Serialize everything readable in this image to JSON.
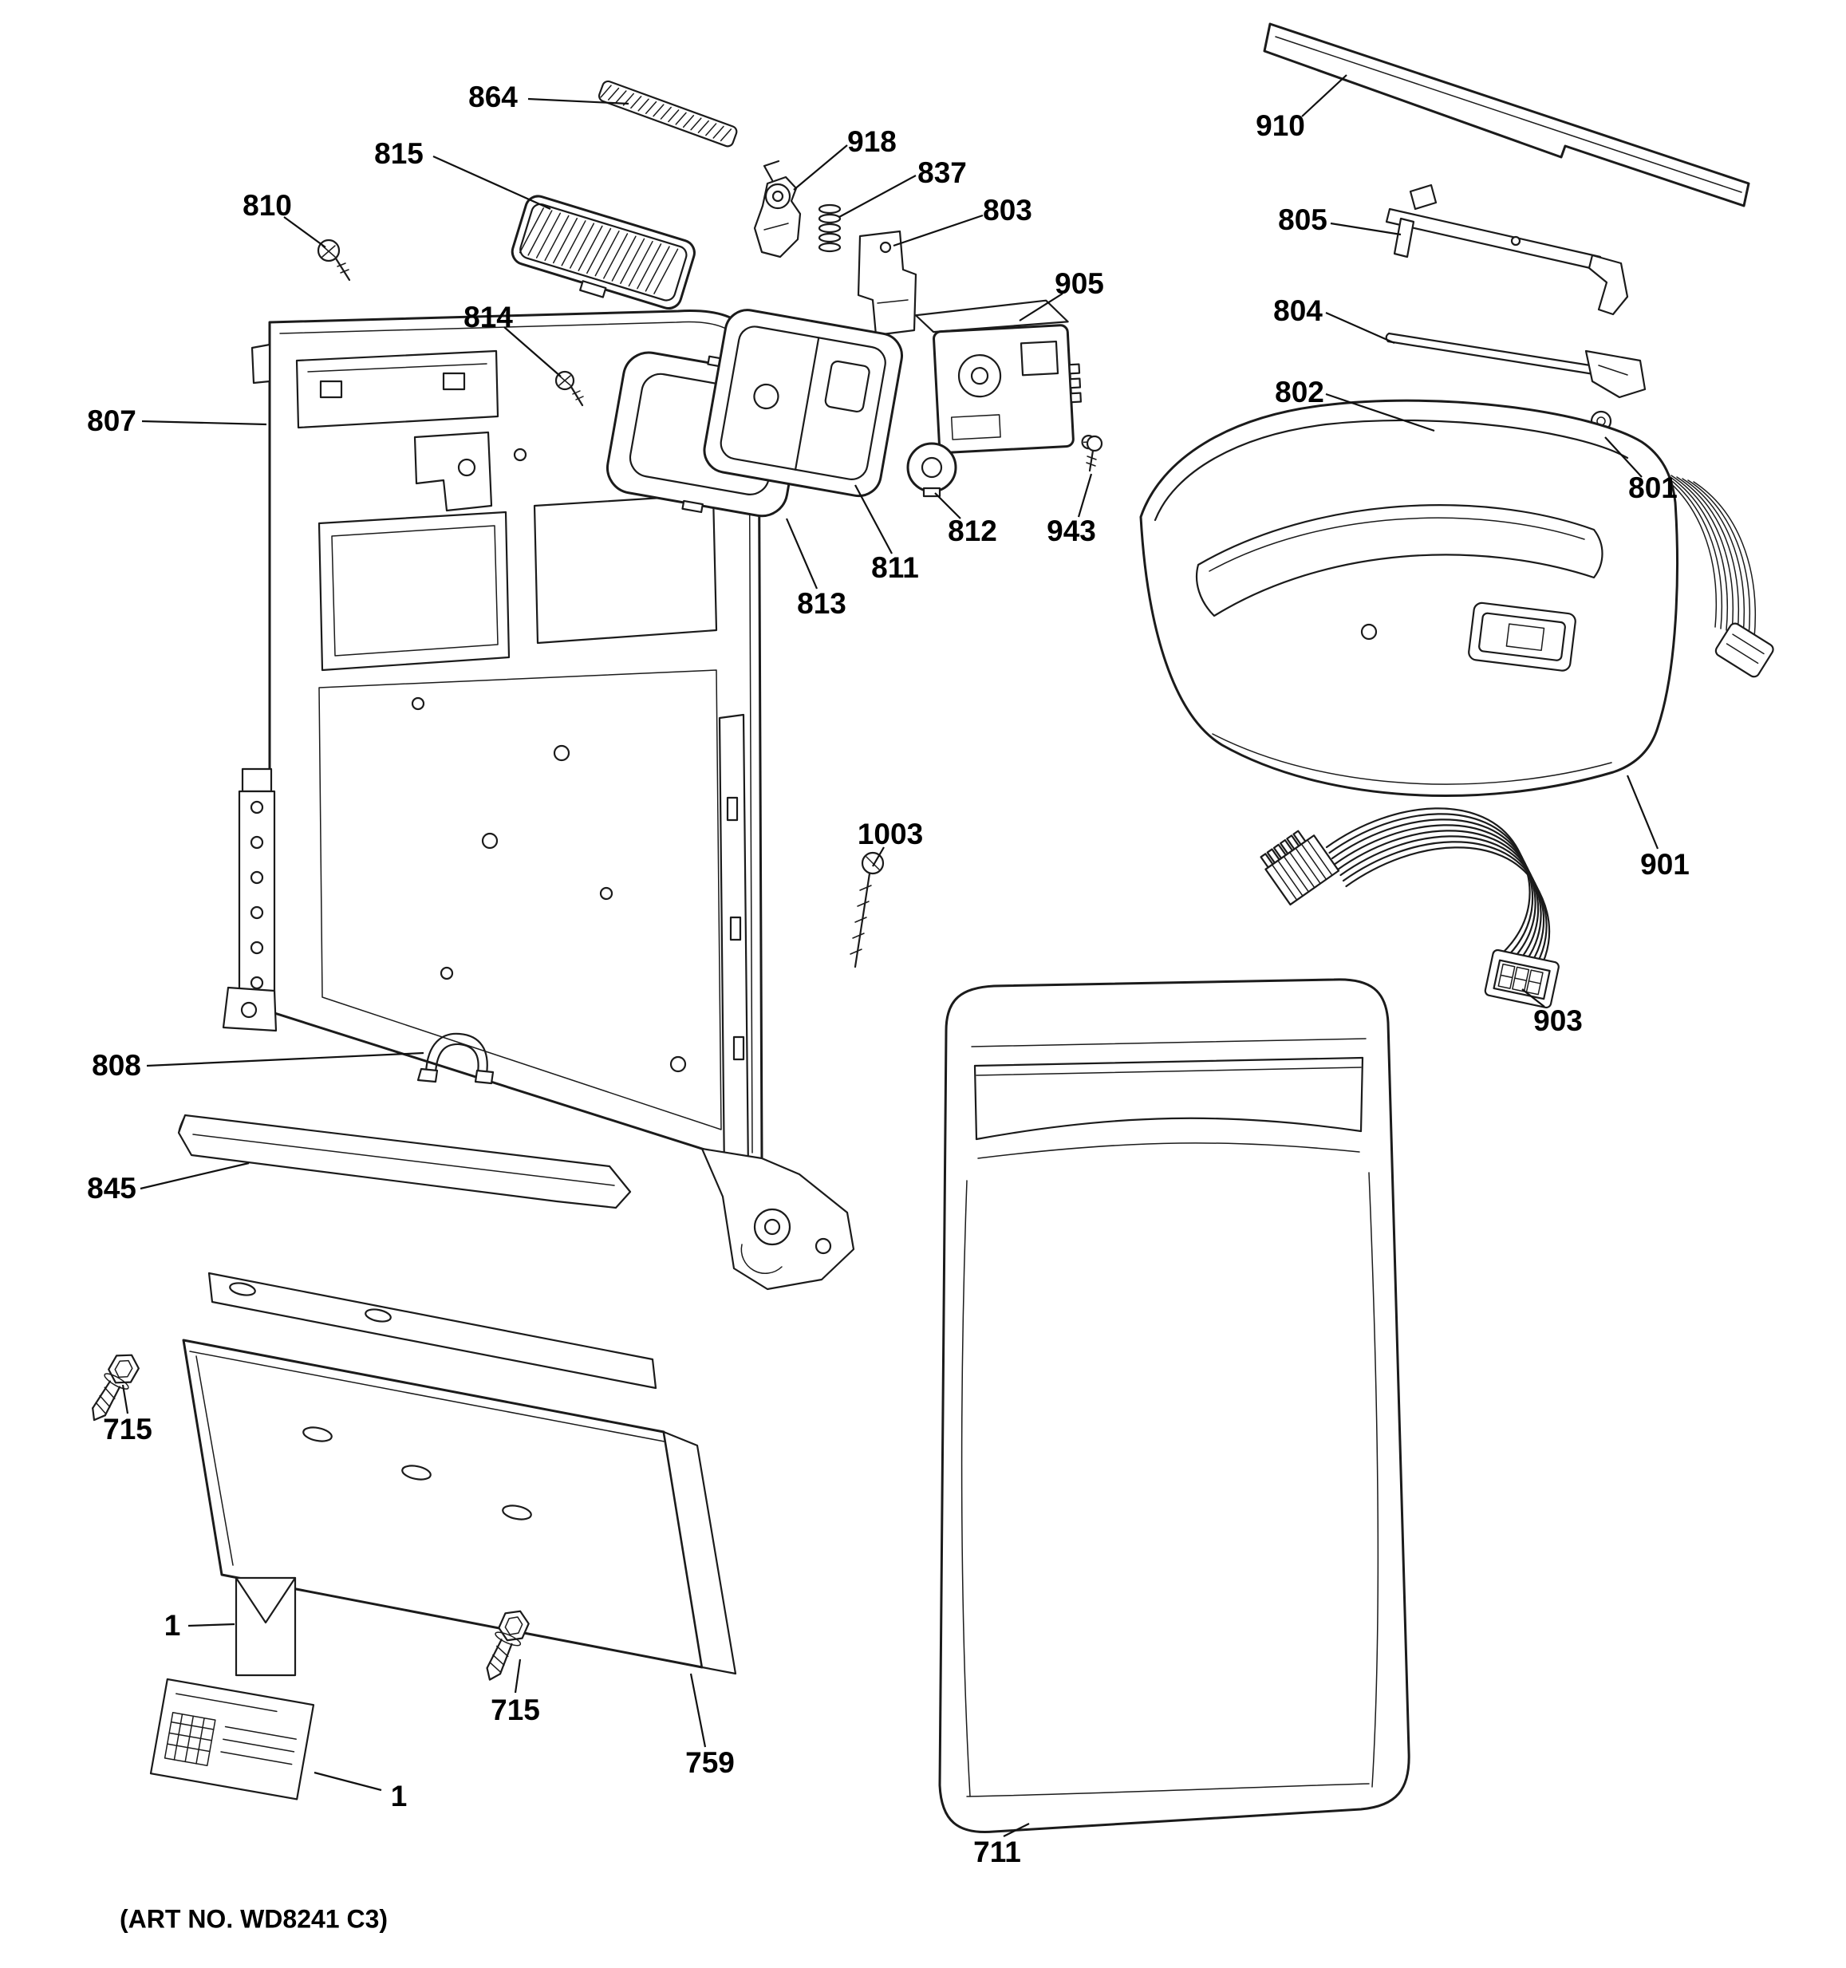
{
  "diagram": {
    "art_no": "(ART NO. WD8241 C3)",
    "callouts": [
      {
        "label": "864"
      },
      {
        "label": "815"
      },
      {
        "label": "918"
      },
      {
        "label": "837"
      },
      {
        "label": "810"
      },
      {
        "label": "803"
      },
      {
        "label": "905"
      },
      {
        "label": "814"
      },
      {
        "label": "807"
      },
      {
        "label": "811"
      },
      {
        "label": "812"
      },
      {
        "label": "813"
      },
      {
        "label": "943"
      },
      {
        "label": "910"
      },
      {
        "label": "805"
      },
      {
        "label": "804"
      },
      {
        "label": "802"
      },
      {
        "label": "801"
      },
      {
        "label": "901"
      },
      {
        "label": "903"
      },
      {
        "label": "1003"
      },
      {
        "label": "808"
      },
      {
        "label": "845"
      },
      {
        "label": "715"
      },
      {
        "label": "759"
      },
      {
        "label": "715"
      },
      {
        "label": "1"
      },
      {
        "label": "1"
      },
      {
        "label": "711"
      }
    ]
  }
}
